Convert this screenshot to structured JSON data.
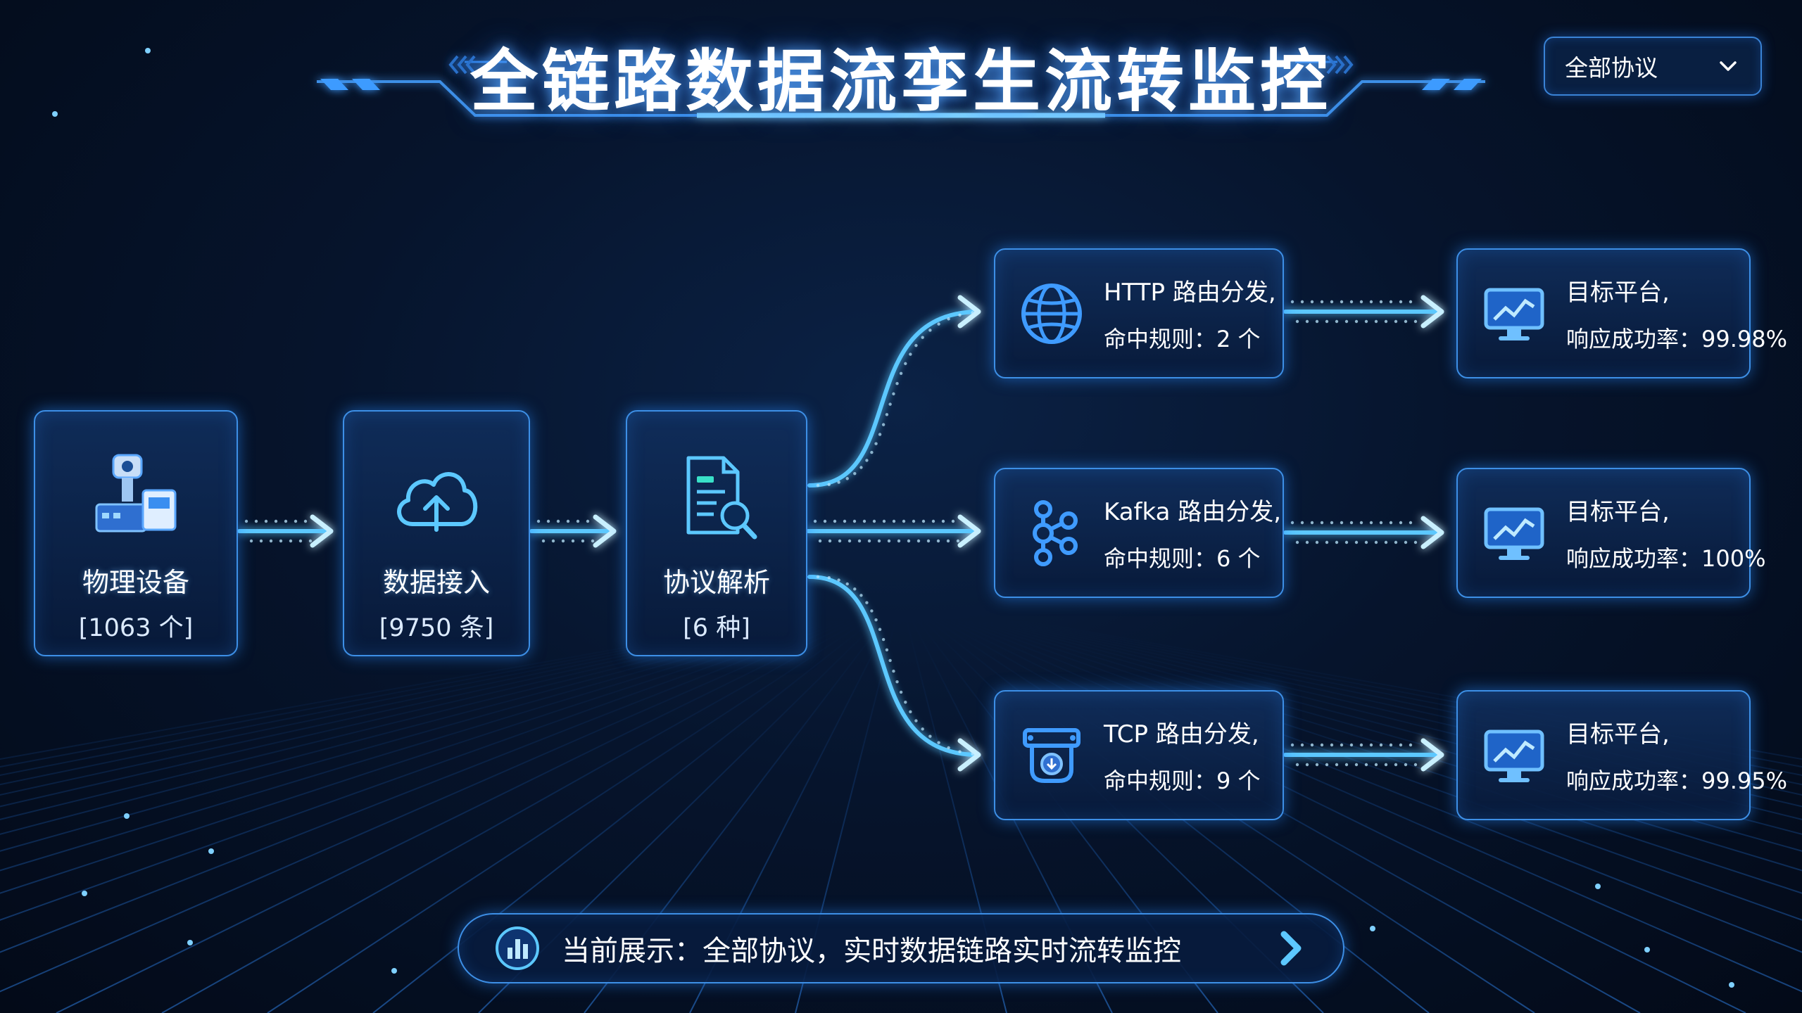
{
  "header": {
    "title": "全链路数据流孪生流转监控",
    "dropdown_label": "全部协议"
  },
  "nodes": {
    "devices": {
      "label": "物理设备",
      "count": "[1063 个]"
    },
    "ingest": {
      "label": "数据接入",
      "count": "[9750 条]"
    },
    "parse": {
      "label": "协议解析",
      "count": "[6 种]"
    }
  },
  "routes": [
    {
      "protocol_line": "HTTP 路由分发,",
      "rules": "命中规则：2 个",
      "icon": "globe-icon"
    },
    {
      "protocol_line": "Kafka 路由分发,",
      "rules": "命中规则：6 个",
      "icon": "kafka-icon"
    },
    {
      "protocol_line": "TCP 路由分发,",
      "rules": "命中规则：9 个",
      "icon": "tcp-icon"
    }
  ],
  "targets": [
    {
      "title": "目标平台,",
      "rate": "响应成功率：99.98%"
    },
    {
      "title": "目标平台,",
      "rate": "响应成功率：100%"
    },
    {
      "title": "目标平台,",
      "rate": "响应成功率：99.95%"
    }
  ],
  "footer": {
    "status": "当前展示：全部协议，实时数据链路实时流转监控"
  },
  "colors": {
    "accent": "#2f9bff",
    "glow": "#5cc8ff",
    "border": "#3d8fe6",
    "background": "#06142c"
  }
}
